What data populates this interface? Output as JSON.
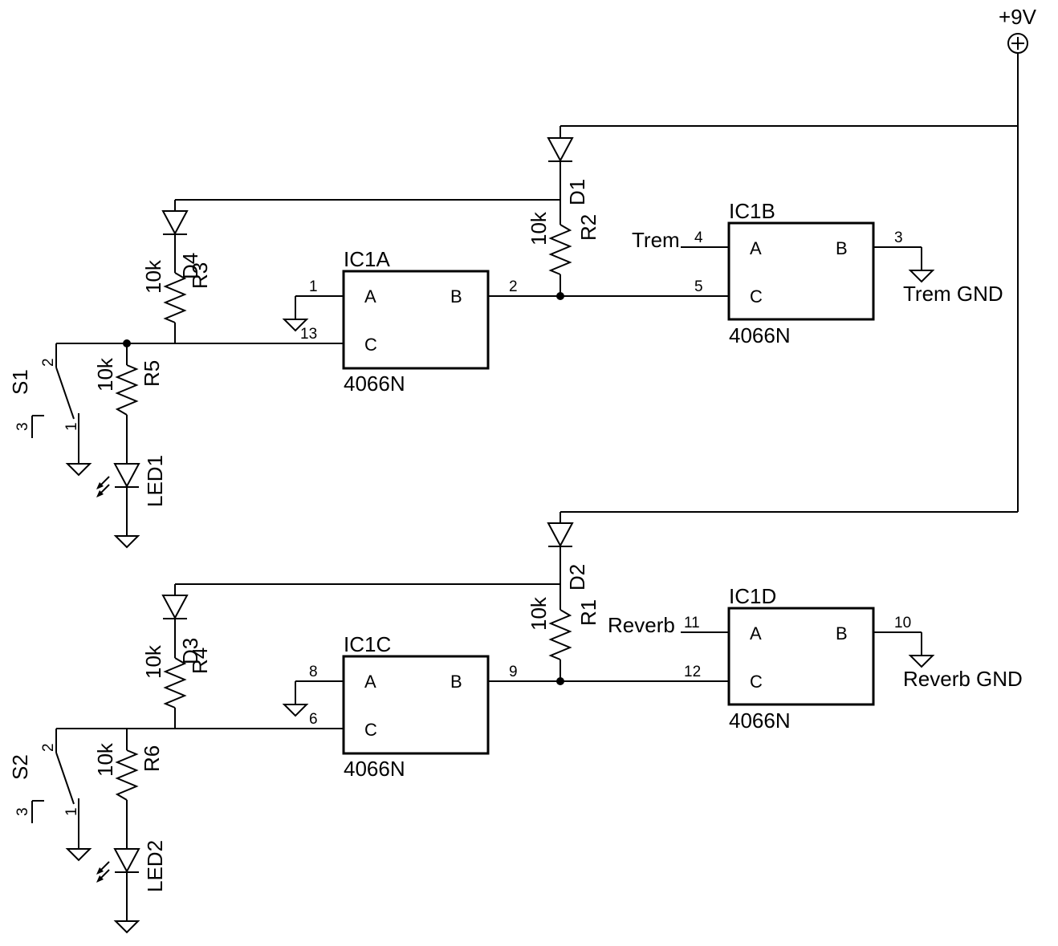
{
  "supply": {
    "label": "+9V"
  },
  "chips": [
    {
      "ref": "IC1A",
      "part": "4066N",
      "pinA": "A",
      "pinB": "B",
      "pinC": "C",
      "pinNumA": "1",
      "pinNumB": "2",
      "pinNumC": "13"
    },
    {
      "ref": "IC1B",
      "part": "4066N",
      "pinA": "A",
      "pinB": "B",
      "pinC": "C",
      "pinNumA": "4",
      "pinNumB": "3",
      "pinNumC": "5"
    },
    {
      "ref": "IC1C",
      "part": "4066N",
      "pinA": "A",
      "pinB": "B",
      "pinC": "C",
      "pinNumA": "8",
      "pinNumB": "9",
      "pinNumC": "6"
    },
    {
      "ref": "IC1D",
      "part": "4066N",
      "pinA": "A",
      "pinB": "B",
      "pinC": "C",
      "pinNumA": "11",
      "pinNumB": "10",
      "pinNumC": "12"
    }
  ],
  "resistors": [
    {
      "ref": "R1",
      "value": "10k"
    },
    {
      "ref": "R2",
      "value": "10k"
    },
    {
      "ref": "R3",
      "value": "10k"
    },
    {
      "ref": "R4",
      "value": "10k"
    },
    {
      "ref": "R5",
      "value": "10k"
    },
    {
      "ref": "R6",
      "value": "10k"
    }
  ],
  "diodes": [
    {
      "ref": "D1"
    },
    {
      "ref": "D2"
    },
    {
      "ref": "D3"
    },
    {
      "ref": "D4"
    }
  ],
  "leds": [
    {
      "ref": "LED1"
    },
    {
      "ref": "LED2"
    }
  ],
  "switches": [
    {
      "ref": "S1",
      "pin1": "1",
      "pin2": "2",
      "pin3": "3"
    },
    {
      "ref": "S2",
      "pin1": "1",
      "pin2": "2",
      "pin3": "3"
    }
  ],
  "nets": {
    "trem": "Trem",
    "trem_gnd": "Trem GND",
    "reverb": "Reverb",
    "reverb_gnd": "Reverb GND"
  }
}
